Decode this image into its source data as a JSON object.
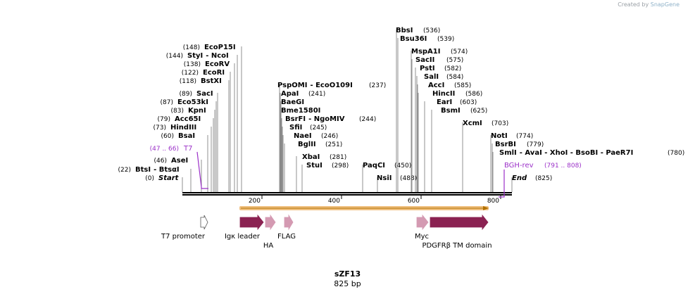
{
  "credit": {
    "text": "Created by",
    "brand": "SnapGene"
  },
  "sequence": {
    "name": "sZF13",
    "length": "825 bp"
  },
  "colors": {
    "enzyme": "#000000",
    "primer": "#9b30c8",
    "feature": "#8b2252",
    "feature_pale": "#d49ab2",
    "orf": "#f0c080",
    "orf_line": "#b07000"
  },
  "ruler": {
    "ticks": [
      "200",
      "400",
      "600",
      "800"
    ]
  },
  "enzymes": [
    {
      "name": "EcoP15I",
      "pos": "(148)"
    },
    {
      "name": "StyI",
      "sep": "- NcoI",
      "pos": "(144)"
    },
    {
      "name": "EcoRV",
      "pos": "(138)"
    },
    {
      "name": "EcoRI",
      "pos": "(122)"
    },
    {
      "name": "BstXI",
      "pos": "(118)"
    },
    {
      "name": "SacI",
      "pos": "(89)"
    },
    {
      "name": "Eco53kI",
      "pos": "(87)"
    },
    {
      "name": "KpnI",
      "pos": "(83)"
    },
    {
      "name": "Acc65I",
      "pos": "(79)"
    },
    {
      "name": "HindIII",
      "pos": "(73)"
    },
    {
      "name": "BsaI",
      "pos": "(60)"
    },
    {
      "name": "AseI",
      "pos": "(46)"
    },
    {
      "name": "BtsI",
      "sep": "- BtsαI",
      "pos": "(22)"
    },
    {
      "name": "Start",
      "pos": "(0)"
    },
    {
      "name": "PspOMI",
      "sep": "- EcoO109I",
      "pos": "(237)"
    },
    {
      "name": "ApaI",
      "pos": "(241)"
    },
    {
      "name": "BaeGI",
      "pos": ""
    },
    {
      "name": "Bme1580I",
      "pos": ""
    },
    {
      "name": "BsrFI",
      "sep": "- NgoMIV",
      "pos": "(244)"
    },
    {
      "name": "SfiI",
      "pos": "(245)"
    },
    {
      "name": "NaeI",
      "pos": "(246)"
    },
    {
      "name": "BglII",
      "pos": "(251)"
    },
    {
      "name": "XbaI",
      "pos": "(281)"
    },
    {
      "name": "StuI",
      "pos": "(298)"
    },
    {
      "name": "PaqCI",
      "pos": "(450)"
    },
    {
      "name": "NsiI",
      "pos": "(488)"
    },
    {
      "name": "BbsI",
      "pos": "(536)"
    },
    {
      "name": "Bsu36I",
      "pos": "(539)"
    },
    {
      "name": "MspA1I",
      "pos": "(574)"
    },
    {
      "name": "SacII",
      "pos": "(575)"
    },
    {
      "name": "PstI",
      "pos": "(582)"
    },
    {
      "name": "SalI",
      "pos": "(584)"
    },
    {
      "name": "AccI",
      "pos": "(585)"
    },
    {
      "name": "HincII",
      "pos": "(586)"
    },
    {
      "name": "EarI",
      "pos": "(603)"
    },
    {
      "name": "BsmI",
      "pos": "(625)"
    },
    {
      "name": "XcmI",
      "pos": "(703)"
    },
    {
      "name": "NotI",
      "pos": "(774)"
    },
    {
      "name": "BsrBI",
      "pos": "(779)"
    },
    {
      "name": "SmlI",
      "sep": "- AvaI - XhoI - BsoBI - PaeR7I",
      "pos": "(780)"
    },
    {
      "name": "End",
      "pos": "(825)"
    }
  ],
  "primers": [
    {
      "name": "T7",
      "pos": "(47 .. 66)"
    },
    {
      "name": "BGH-rev",
      "pos": "(791 .. 808)"
    }
  ],
  "features": [
    {
      "name": "T7 promoter"
    },
    {
      "name": "Igκ leader"
    },
    {
      "name": "HA"
    },
    {
      "name": "FLAG"
    },
    {
      "name": "Myc"
    },
    {
      "name": "PDGFRβ TM domain"
    }
  ]
}
